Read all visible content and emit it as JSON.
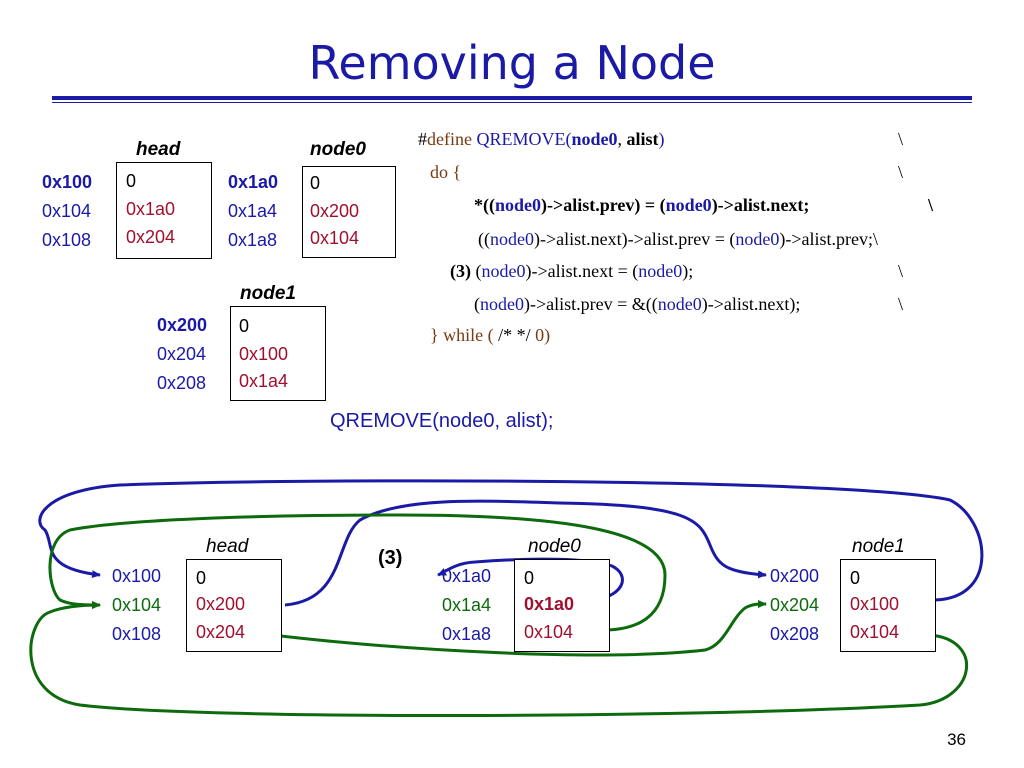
{
  "title": "Removing a Node",
  "page_number": "36",
  "top": {
    "head": {
      "label": "head",
      "addrs": [
        "0x100",
        "0x104",
        "0x108"
      ],
      "vals": [
        "0",
        "0x1a0",
        "0x204"
      ]
    },
    "node0": {
      "label": "node0",
      "addrs": [
        "0x1a0",
        "0x1a4",
        "0x1a8"
      ],
      "vals": [
        "0",
        "0x200",
        "0x104"
      ]
    },
    "node1": {
      "label": "node1",
      "addrs": [
        "0x200",
        "0x204",
        "0x208"
      ],
      "vals": [
        "0",
        "0x100",
        "0x1a4"
      ]
    }
  },
  "code": {
    "l1": {
      "a": "#",
      "b": "define",
      "c": "QREMOVE(",
      "d": "node0",
      "e": ", ",
      "f": "alist",
      "g": ")",
      "bs": "\\"
    },
    "l2": {
      "a": "do {",
      "bs": "\\"
    },
    "l3": {
      "a": "*((",
      "b": "node0",
      "c": ")->alist.prev) = (",
      "d": "node0",
      "e": ")->alist.next;",
      "bs": "\\"
    },
    "l4": {
      "a": "((",
      "b": "node0",
      "c": ")->alist.next)->alist.prev = (",
      "d": "node0",
      "e": ")->alist.prev;\\"
    },
    "l5": {
      "a": "(3)",
      "b": " (",
      "c": "node0",
      "d": ")->alist.next = (",
      "e": "node0",
      "f": ");",
      "bs": "\\"
    },
    "l6": {
      "a": "(",
      "b": "node0",
      "c": ")->alist.prev = &((",
      "d": "node0",
      "e": ")->alist.next);",
      "bs": "\\"
    },
    "l7": {
      "a": "} while ( ",
      "b": "/* */",
      "c": " 0)"
    }
  },
  "call": "QREMOVE(node0, alist);",
  "bottom": {
    "step": "(3)",
    "head": {
      "label": "head",
      "addrs": [
        "0x100",
        "0x104",
        "0x108"
      ],
      "vals": [
        "0",
        "0x200",
        "0x204"
      ]
    },
    "node0": {
      "label": "node0",
      "addrs": [
        "0x1a0",
        "0x1a4",
        "0x1a8"
      ],
      "vals": [
        "0",
        "0x1a0",
        "0x104"
      ]
    },
    "node1": {
      "label": "node1",
      "addrs": [
        "0x200",
        "0x204",
        "0x208"
      ],
      "vals": [
        "0",
        "0x100",
        "0x104"
      ]
    }
  },
  "colors": {
    "blue": "#1a1aa6",
    "green": "#0d6b0d",
    "red": "#a0102e"
  }
}
